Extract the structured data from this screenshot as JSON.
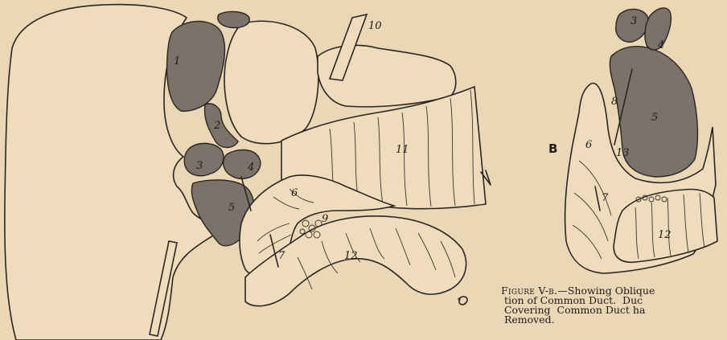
{
  "panel_letter": "B",
  "labels_a": {
    "l1": "1",
    "l2": "2",
    "l3": "3",
    "l4": "4",
    "l5": "5",
    "l6": "6",
    "l7": "7",
    "l9": "9",
    "l10": "10",
    "l11": "11",
    "l12": "12"
  },
  "labels_b": {
    "l3": "3",
    "l4": "4",
    "l5": "5",
    "l6": "6",
    "l7": "7",
    "l8": "8",
    "l12": "12",
    "l13": "13"
  },
  "caption": {
    "line1_head": "Figure V-b.",
    "line1_rest": "—Showing Oblique",
    "line2": "tion of Common Duct.  Duc",
    "line3": "Covering  Common Duct ha",
    "line4": "Removed."
  },
  "colors": {
    "paper": "#ead7b6",
    "ink": "#2b2620",
    "shade": "#7b726a"
  }
}
